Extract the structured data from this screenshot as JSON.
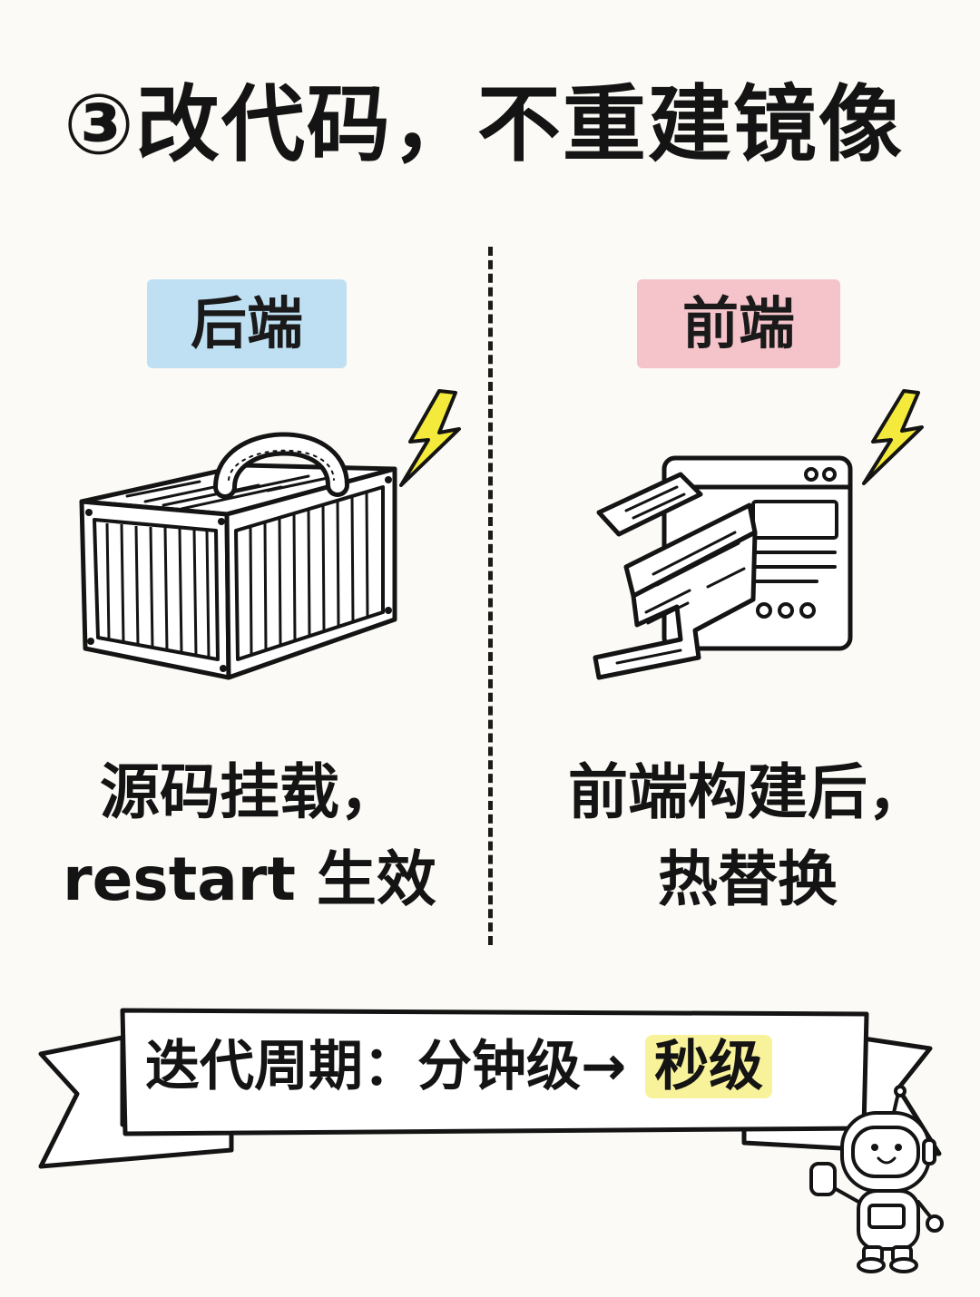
{
  "title": "③改代码，不重建镜像",
  "backend": {
    "tag": "后端",
    "caption_line1": "源码挂载，",
    "caption_line2": "restart 生效",
    "illustration": "shipping-container-icon"
  },
  "frontend": {
    "tag": "前端",
    "caption_line1": "前端构建后，",
    "caption_line2": "热替换",
    "illustration": "browser-window-documents-icon"
  },
  "banner": {
    "prefix": "迭代周期：分钟级→ ",
    "highlight": "秒级"
  },
  "colors": {
    "backend_tag": "#bfe0f3",
    "frontend_tag": "#f5c3ca",
    "highlight": "#f8f39a",
    "lightning": "#f3ea3c",
    "background": "#fbfaf6"
  }
}
